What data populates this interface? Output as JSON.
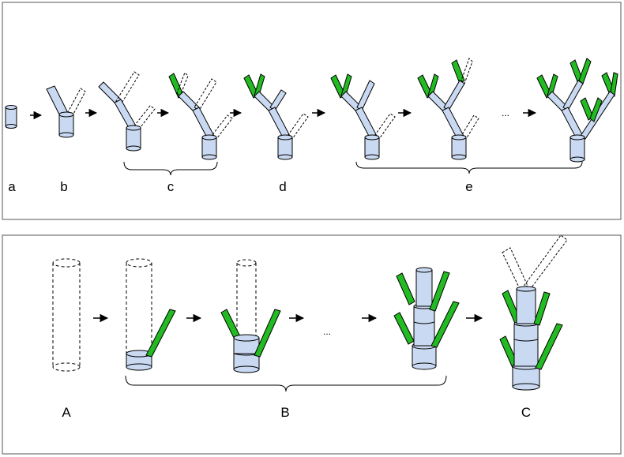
{
  "panel_top": {
    "labels": {
      "a": "a",
      "b": "b",
      "c": "c",
      "d": "d",
      "e": "e"
    },
    "ellipsis": "..."
  },
  "panel_bottom": {
    "labels": {
      "A": "A",
      "B": "B",
      "C": "C"
    },
    "ellipsis": "..."
  },
  "colors": {
    "segment_fill": "#c9d9f1",
    "leaf_green": "#22bb22",
    "outline": "#000000",
    "panel_border": "#555555"
  }
}
